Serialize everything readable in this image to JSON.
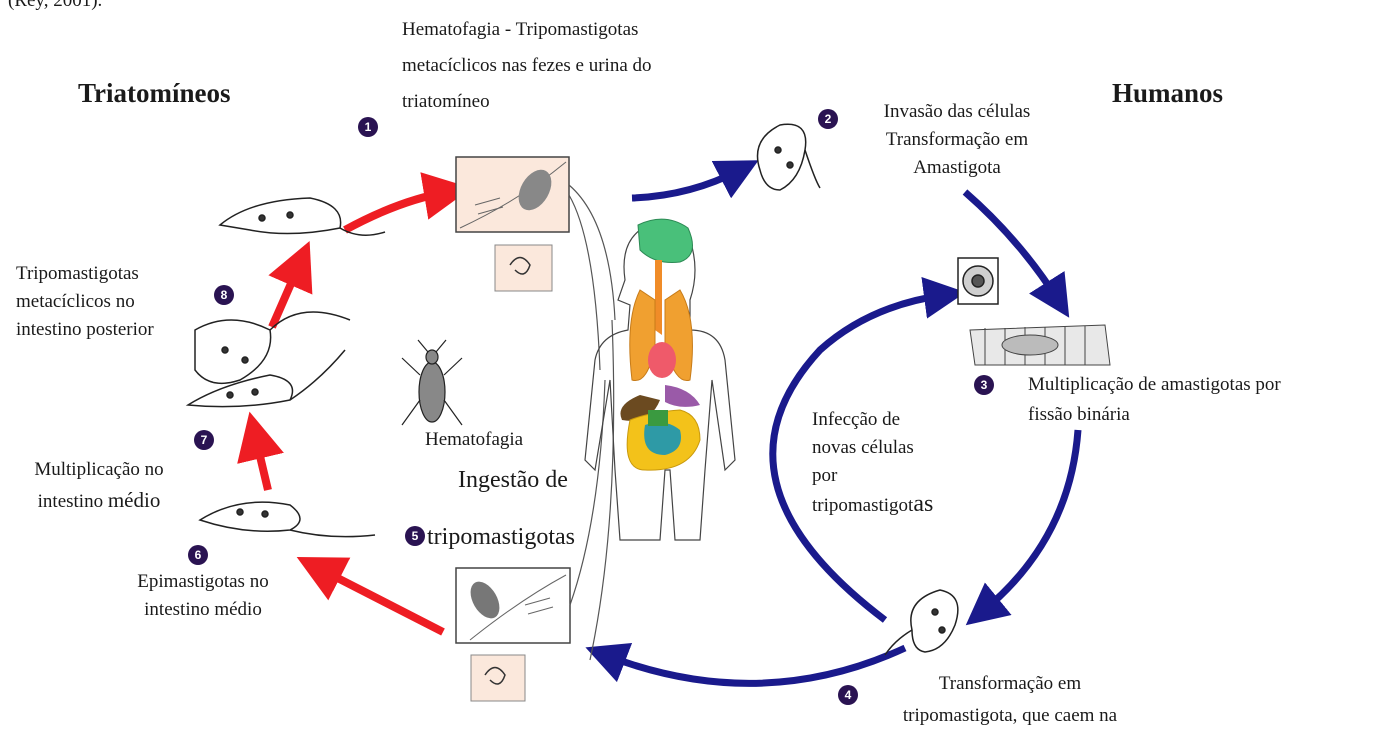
{
  "top_partial": "(Rey, 2001).",
  "headings": {
    "left": "Triatomíneos",
    "right": "Humanos"
  },
  "steps": [
    {
      "n": "1",
      "text": "Hematofagia - Tripomastigotas\nmetacíclicos nas fezes e urina do\ntriatomíneo"
    },
    {
      "n": "2",
      "text": "Invasão das células\nTransformação em\nAmastigota"
    },
    {
      "n": "3",
      "text": "Multiplicação de amastigotas por\nfissão binária"
    },
    {
      "n": "4",
      "text": "Transformação em\ntripomastigota, que caem na"
    },
    {
      "n": "5",
      "pre": "Hematofagia",
      "line1": "Ingestão de",
      "line2": "tripomastigotas"
    },
    {
      "n": "6",
      "text": "Epimastigotas no\nintestino médio"
    },
    {
      "n": "7",
      "line1": "Multiplicação no",
      "line2a": "intestino ",
      "line2b": "médio"
    },
    {
      "n": "8",
      "text": "Tripomastigotas\nmetacíclicos no\nintestino posterior"
    }
  ],
  "infection": {
    "l1": "Infecção de",
    "l2": "novas células",
    "l3": "por",
    "l4a": "tripomastigot",
    "l4b": "as"
  },
  "colors": {
    "red_arrow": "#ee1d23",
    "blue_arrow": "#1a1a8c",
    "num_badge": "#2a1352"
  }
}
